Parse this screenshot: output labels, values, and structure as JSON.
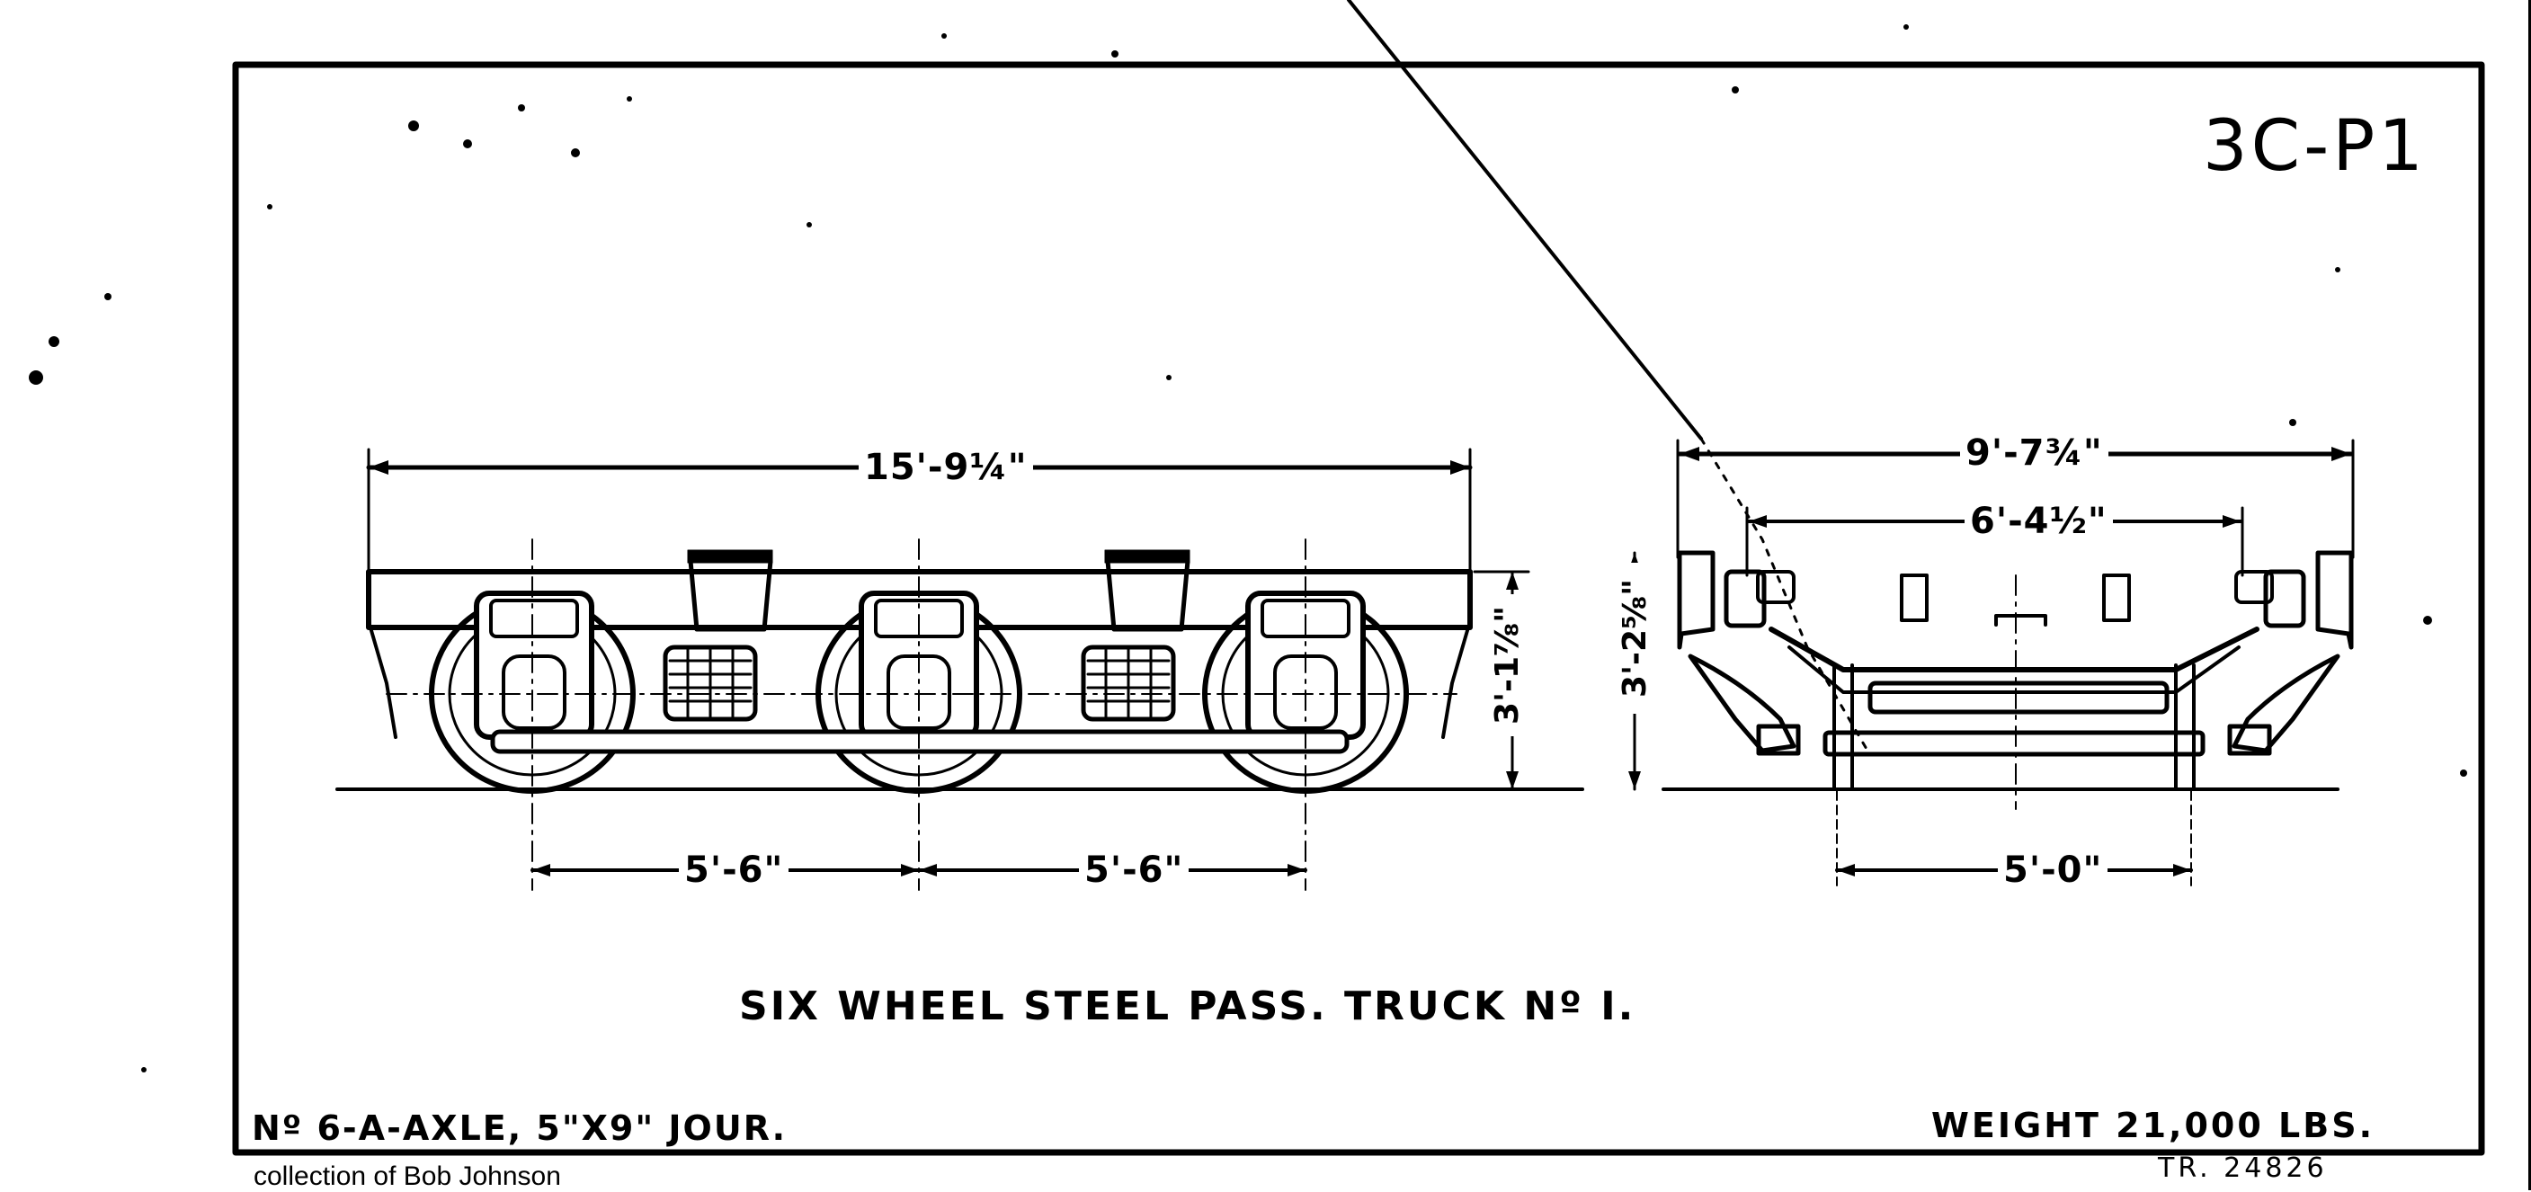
{
  "drawing": {
    "drawing_id": "3C-P1",
    "title": "SIX WHEEL  STEEL PASS. TRUCK Nº I.",
    "axle_note": "Nº 6-A-AXLE, 5\"X9\" JOUR.",
    "weight_note": "WEIGHT 21,000 LBS.",
    "tracing_number": "TR. 24826",
    "credit": "collection of Bob Johnson"
  },
  "side_elevation": {
    "overall_length": "15'-9¼\"",
    "height_to_frame_top": "3'-1⅞\"",
    "wheelbase_1": "5'-6\"",
    "wheelbase_2": "5'-6\"",
    "wheel_count_shown": 3
  },
  "end_elevation": {
    "overall_width": "9'-7¾\"",
    "frame_width": "6'-4½\"",
    "height_to_top": "3'-2⅝\"",
    "track_gauge": "5'-0\""
  },
  "colors": {
    "ink": "#000000",
    "paper": "#ffffff"
  }
}
